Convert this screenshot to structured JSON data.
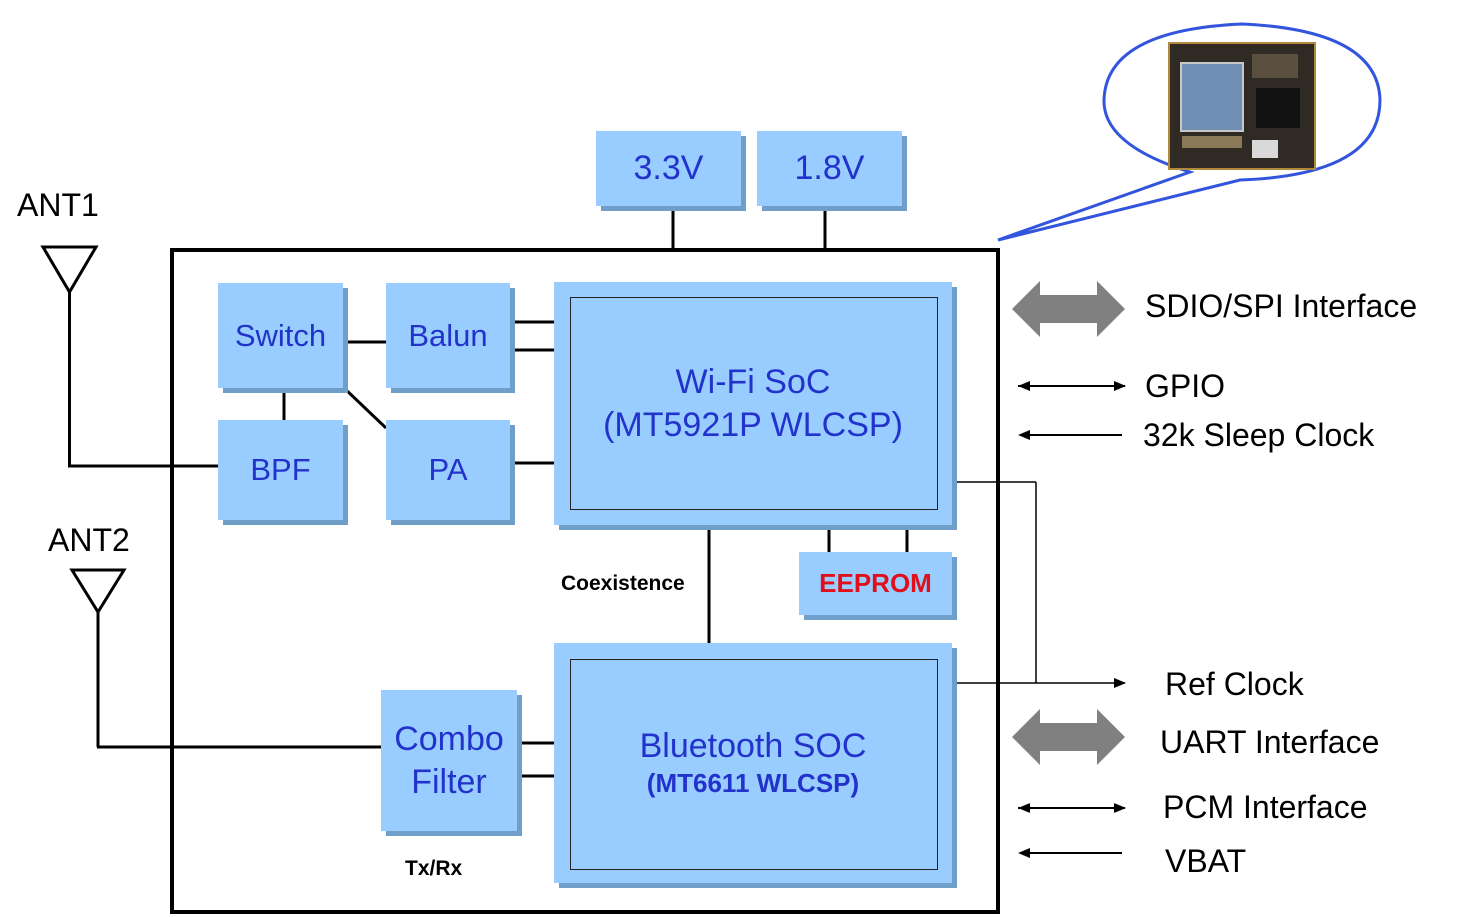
{
  "antennas": {
    "ant1": "ANT1",
    "ant2": "ANT2"
  },
  "power": {
    "v33": "3.3V",
    "v18": "1.8V"
  },
  "blocks": {
    "switch": "Switch",
    "balun": "Balun",
    "bpf": "BPF",
    "pa": "PA",
    "wifi_title": "Wi-Fi SoC",
    "wifi_sub": "(MT5921P WLCSP)",
    "eeprom": "EEPROM",
    "bt_title": "Bluetooth SOC",
    "bt_sub": "(MT6611 WLCSP)",
    "combo_line1": "Combo",
    "combo_line2": "Filter"
  },
  "annotations": {
    "coexistence": "Coexistence",
    "txrx": "Tx/Rx"
  },
  "interfaces": {
    "sdio_spi": "SDIO/SPI Interface",
    "gpio": "GPIO",
    "sleep_clock": "32k Sleep Clock",
    "ref_clock": "Ref Clock",
    "uart": "UART Interface",
    "pcm": "PCM Interface",
    "vbat": "VBAT"
  },
  "colors": {
    "block_fill": "#99ccff",
    "block_text": "#2233cc",
    "eeprom_text": "#e0101a",
    "bus_arrow": "#808080",
    "callout": "#3355dd"
  }
}
